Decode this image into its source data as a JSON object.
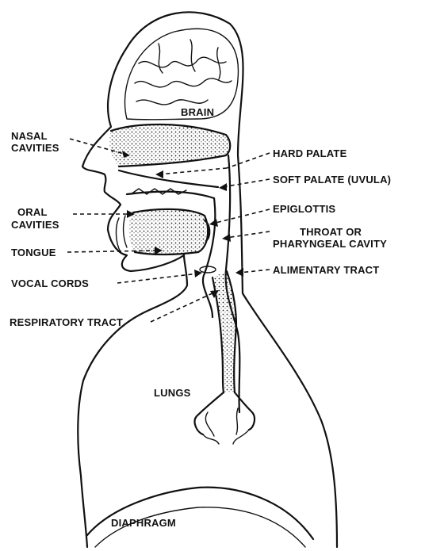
{
  "labels": {
    "brain": "BRAIN",
    "nasal_1": "NASAL",
    "nasal_2": "CAVITIES",
    "hard_palate": "HARD PALATE",
    "soft_palate": "SOFT PALATE (UVULA)",
    "oral_1": "ORAL",
    "oral_2": "CAVITIES",
    "epiglottis": "EPIGLOTTIS",
    "tongue": "TONGUE",
    "throat_1": "THROAT OR",
    "throat_2": "PHARYNGEAL CAVITY",
    "vocal_cords": "VOCAL CORDS",
    "alimentary_tract": "ALIMENTARY TRACT",
    "respiratory_tract": "RESPIRATORY TRACT",
    "lungs": "LUNGS",
    "diaphragm": "DIAPHRAGM"
  },
  "colors": {
    "ink": "#111111",
    "background": "#ffffff"
  }
}
